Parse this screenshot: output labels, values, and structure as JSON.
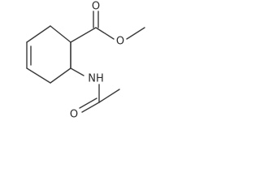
{
  "molecule": {
    "atoms": {
      "carbonyl_o_ester": "O",
      "ester_o": "O",
      "amide_n": "NH",
      "amide_o": "O"
    }
  }
}
